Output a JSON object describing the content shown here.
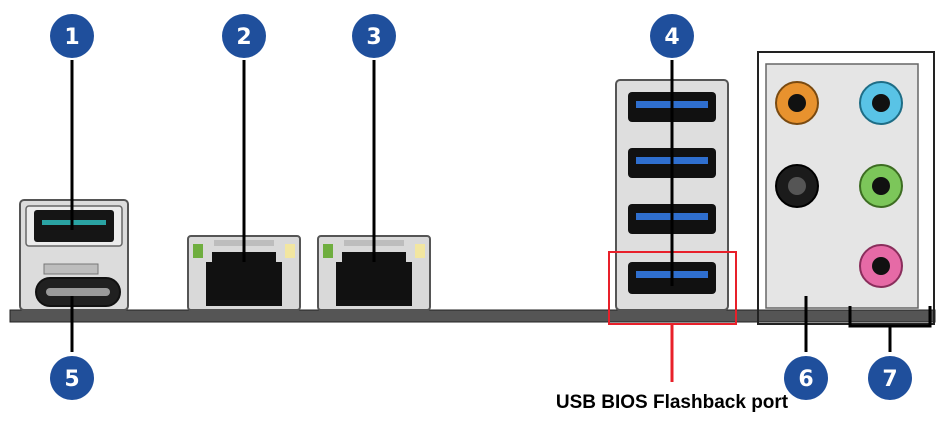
{
  "colors": {
    "badge": "#1f4f9c",
    "usb3_blue": "#2f6fcf",
    "highlight_red": "#e8202a",
    "audio_orange": "#e8922e",
    "audio_cyan": "#59c3e6",
    "audio_black": "#1b1b1b",
    "audio_green": "#7cc65a",
    "audio_pink": "#e66aa6",
    "lan_led_green": "#6fae3f",
    "lan_led_yellow": "#f2e6a0"
  },
  "badges": [
    "1",
    "2",
    "3",
    "4",
    "5",
    "6",
    "7"
  ],
  "caption": "USB BIOS Flashback port"
}
